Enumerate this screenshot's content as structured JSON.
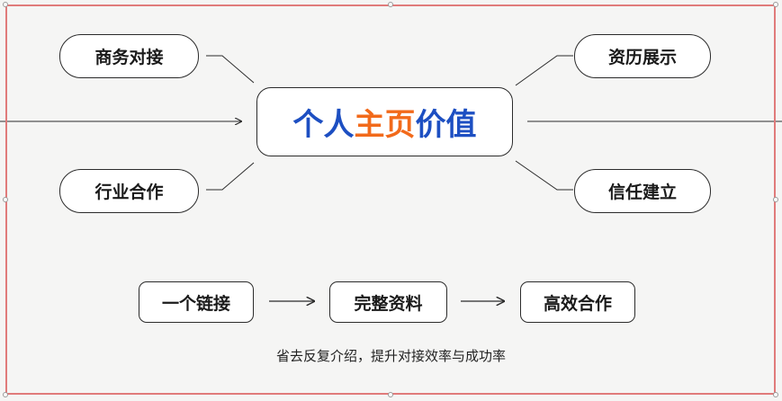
{
  "center": {
    "part1": "个人",
    "part2": "主页",
    "part3": "价值"
  },
  "nodes": {
    "top_left": "商务对接",
    "bottom_left": "行业合作",
    "top_right": "资历展示",
    "bottom_right": "信任建立"
  },
  "flow": [
    "一个链接",
    "完整资料",
    "高效合作"
  ],
  "caption": "省去反复介绍，提升对接效率与成功率",
  "colors": {
    "blue": "#1d4fc2",
    "orange": "#f26a1b",
    "frame": "#e07b7b",
    "background": "#f5f5f4"
  }
}
